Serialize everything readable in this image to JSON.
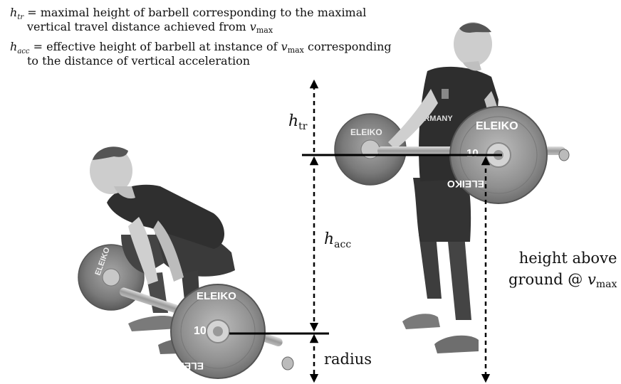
{
  "legend": {
    "htr_symbol": "h",
    "htr_sub": "tr",
    "htr_line1": " = maximal height of barbell corresponding to the maximal",
    "htr_line2": "vertical travel distance achieved from ",
    "htr_v": "v",
    "htr_vsub": "max",
    "hacc_symbol": "h",
    "hacc_sub": "acc",
    "hacc_line1a": " = effective height of barbell at instance of ",
    "hacc_v": "v",
    "hacc_vsub": "max",
    "hacc_line1b": " corresponding",
    "hacc_line2": "to the distance of vertical acceleration"
  },
  "labels": {
    "htr_main": "h",
    "htr_sub": "tr",
    "hacc_main": "h",
    "hacc_sub": "acc",
    "radius": "radius",
    "height_line1": "height above",
    "height_line2": "ground @ ",
    "height_v": "v",
    "height_vsub": "max"
  },
  "plates": {
    "brand": "ELEIKO",
    "number": "10",
    "shirt_text": "ERMANY"
  },
  "colors": {
    "arrow": "#000000",
    "photo_gray_light": "#d9d9d9",
    "photo_gray_mid": "#9a9a9a",
    "photo_gray_dark": "#3c3c3c"
  }
}
